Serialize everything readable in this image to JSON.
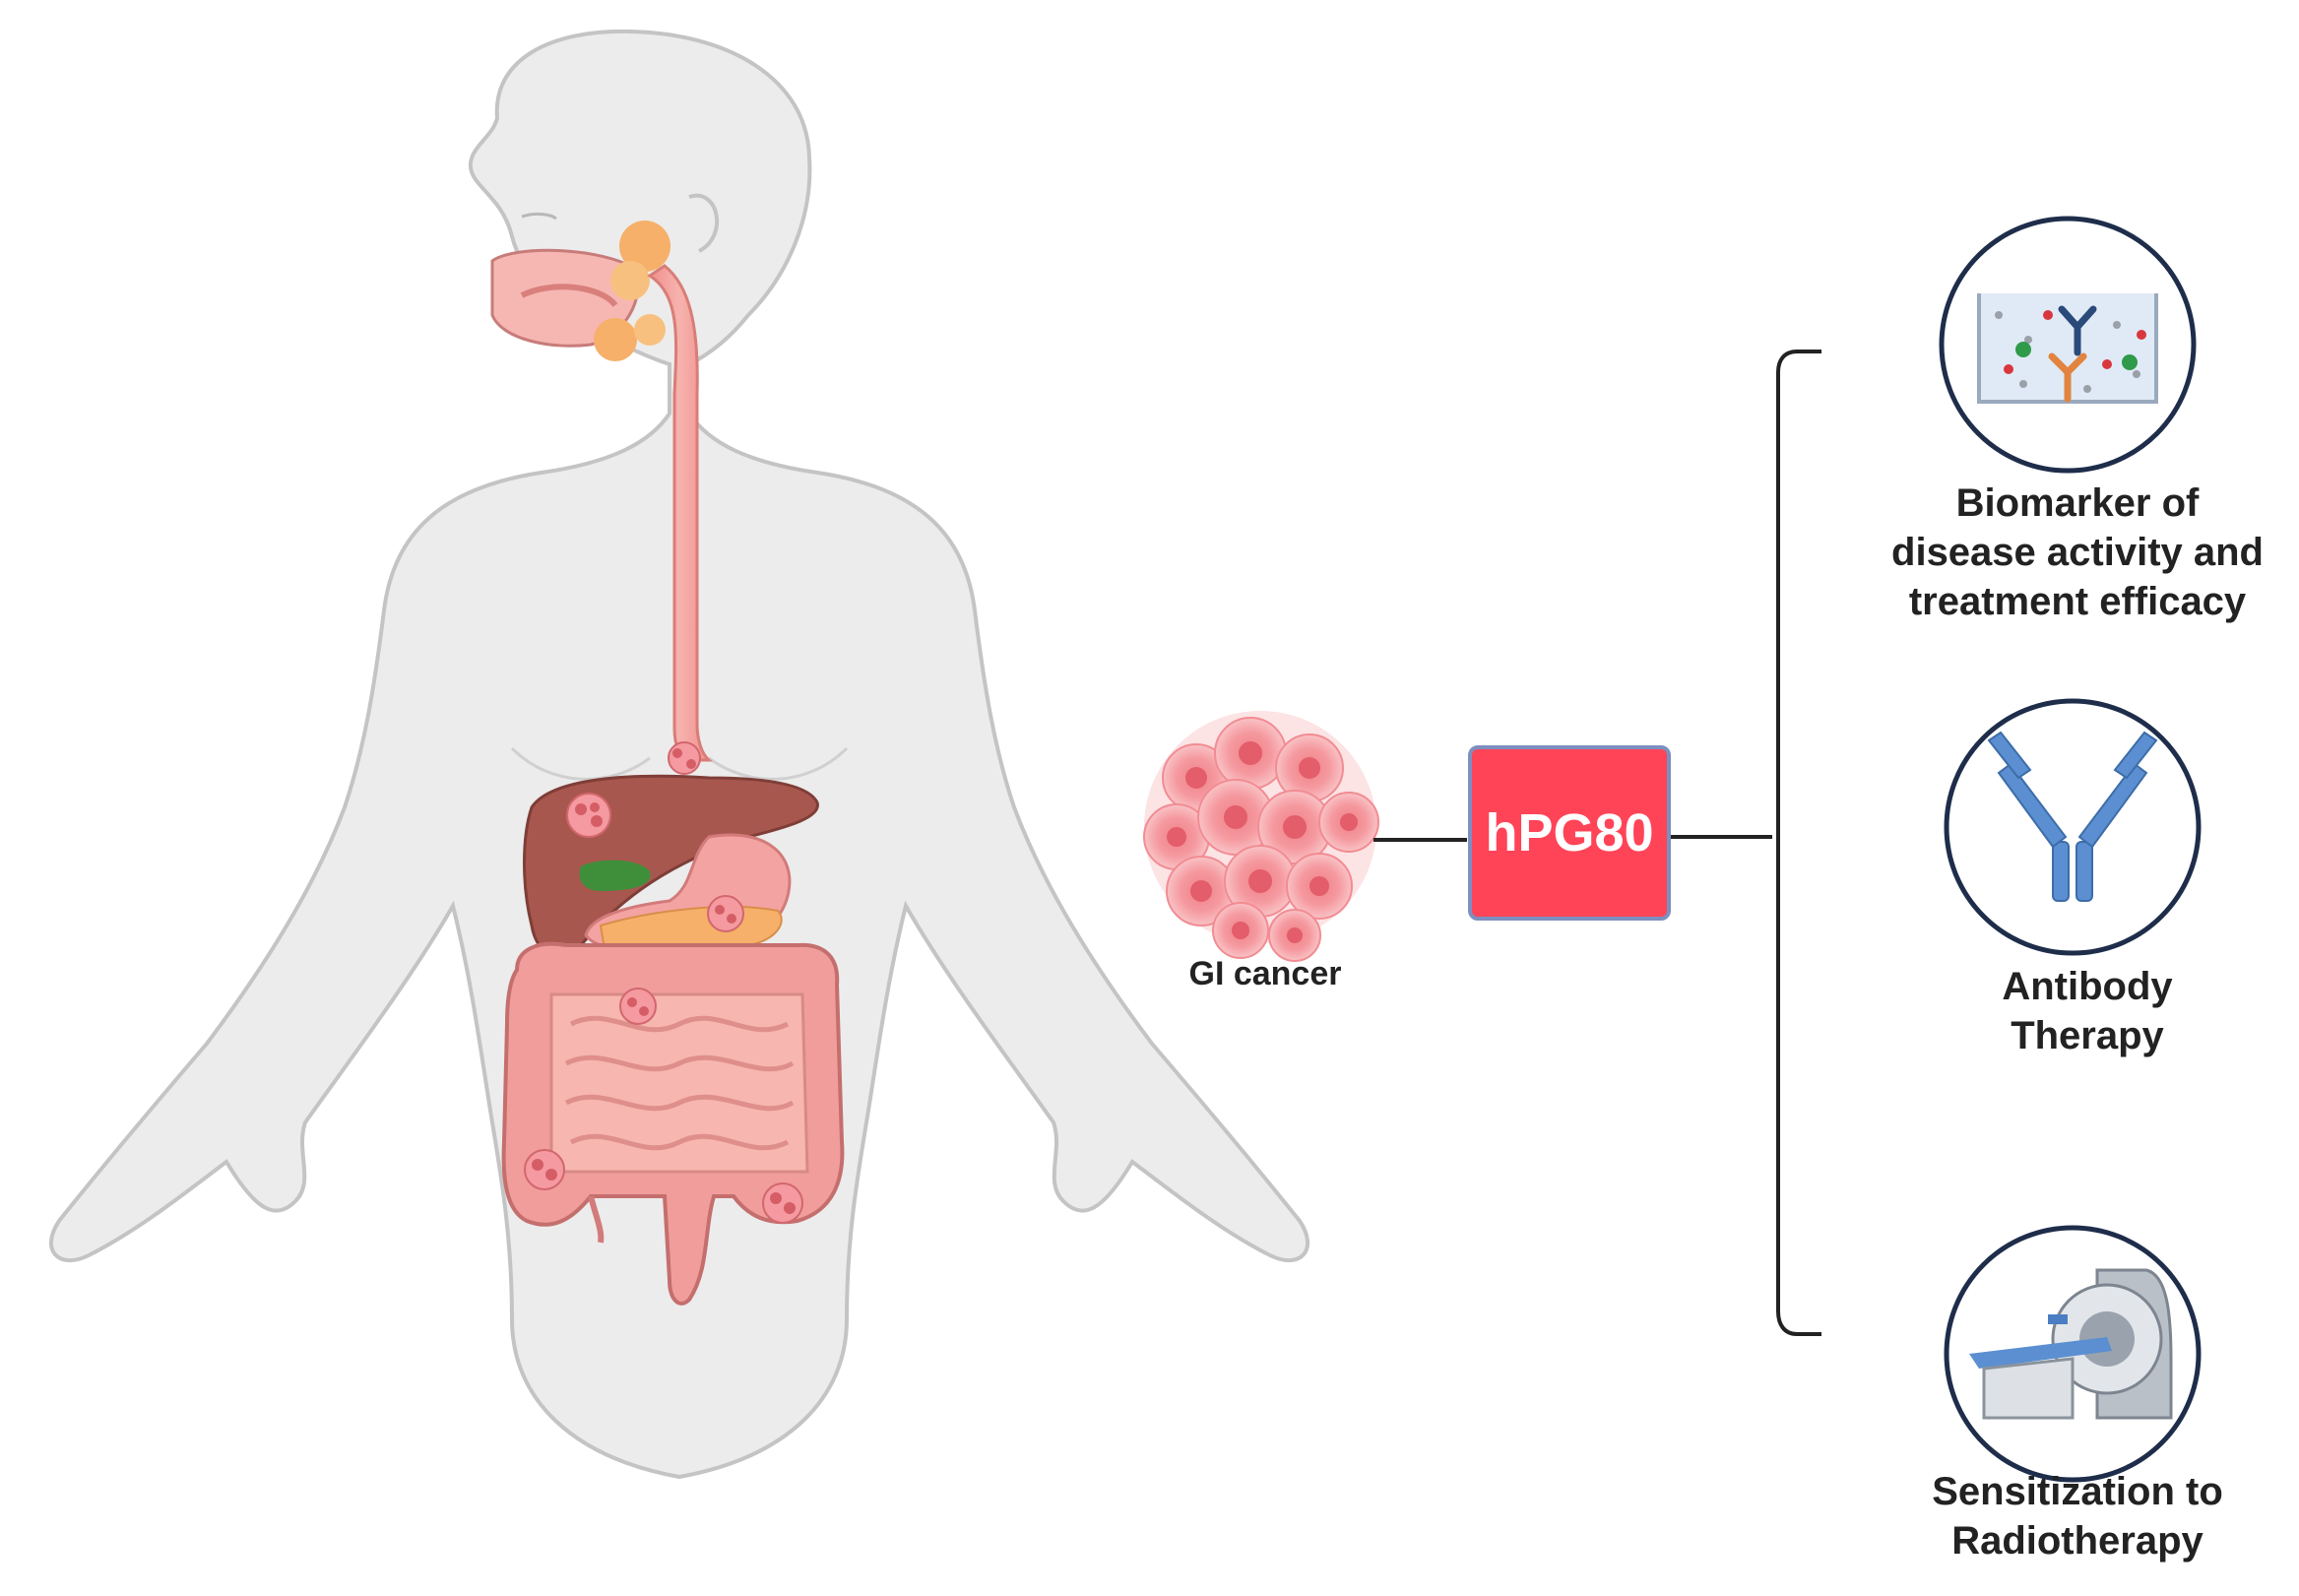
{
  "diagram": {
    "tumor_label": "GI cancer",
    "center_box_label": "hPG80",
    "outcomes": [
      {
        "line1": "Biomarker of",
        "line2": "disease activity and",
        "line3": "treatment efficacy",
        "icon": "antibody-assay-dish-icon"
      },
      {
        "line1": "Antibody",
        "line2": "Therapy",
        "icon": "antibody-icon"
      },
      {
        "line1": "Sensitization to",
        "line2": "Radiotherapy",
        "icon": "radiotherapy-machine-icon"
      }
    ]
  },
  "colors": {
    "body_fill": "#ececec",
    "body_outline": "#c8c8c8",
    "organ_pink": "#f4a3a3",
    "liver": "#a8574e",
    "gallbladder": "#3f8f3a",
    "pancreas": "#f6b06a",
    "hpg_box": "#ff4458",
    "hpg_border": "#7c8fbf",
    "antibody_blue": "#5b8fd1",
    "circle_border": "#1e2d4a",
    "connector": "#222222"
  }
}
